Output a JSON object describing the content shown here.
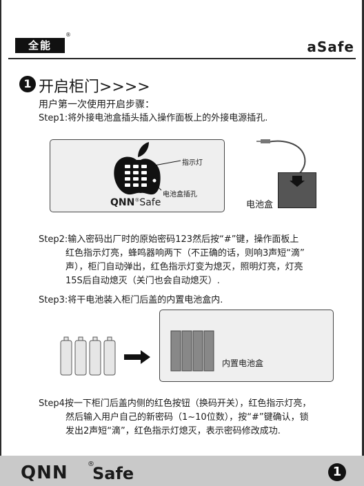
{
  "header": {
    "brand_logo": "全能",
    "brand_reg": "®",
    "product": "aSafe"
  },
  "section": {
    "number": "1",
    "title": "开启柜门>>>>"
  },
  "intro": "用户第一次使用开启步骤：",
  "steps": [
    {
      "label": "Step1:",
      "lines": [
        "将外接电池盒插头插入操作面板上的外接电源插孔."
      ]
    },
    {
      "label": "Step2:",
      "lines": [
        "输入密码出厂时的原始密码123然后按“#”键，操作面板上",
        "红色指示灯亮，蜂鸣器响两下（不正确的话，则响3声短“滴”",
        "声），柜门自动弹出，红色指示灯变为熄灭，照明灯亮，灯亮",
        "15S后自动熄灭（关门也会自动熄灭）."
      ]
    },
    {
      "label": "Step3:",
      "lines": [
        "将干电池装入柜门后盖的内置电池盒内."
      ]
    },
    {
      "label": "Step4",
      "lines": [
        "按一下柜门后盖内侧的红色按钮（换码开关），红色指示灯亮，",
        "然后输入用户自己的新密码（1~10位数），按“#”键确认，锁",
        "发出2声短“滴”，红色指示灯熄灭，表示密码修改成功."
      ]
    }
  ],
  "figure1": {
    "indicator_label": "指示灯",
    "jack_label": "电池盒插孔",
    "panel_logo": "QNN",
    "panel_logo_reg": "®",
    "panel_logo_safe": "Safe",
    "battery_box_label": "电池盒"
  },
  "figure2": {
    "inner_box_label": "内置电池盒"
  },
  "footer": {
    "logo": "QNN",
    "reg": "®",
    "safe": "Safe",
    "page_number": "1"
  }
}
